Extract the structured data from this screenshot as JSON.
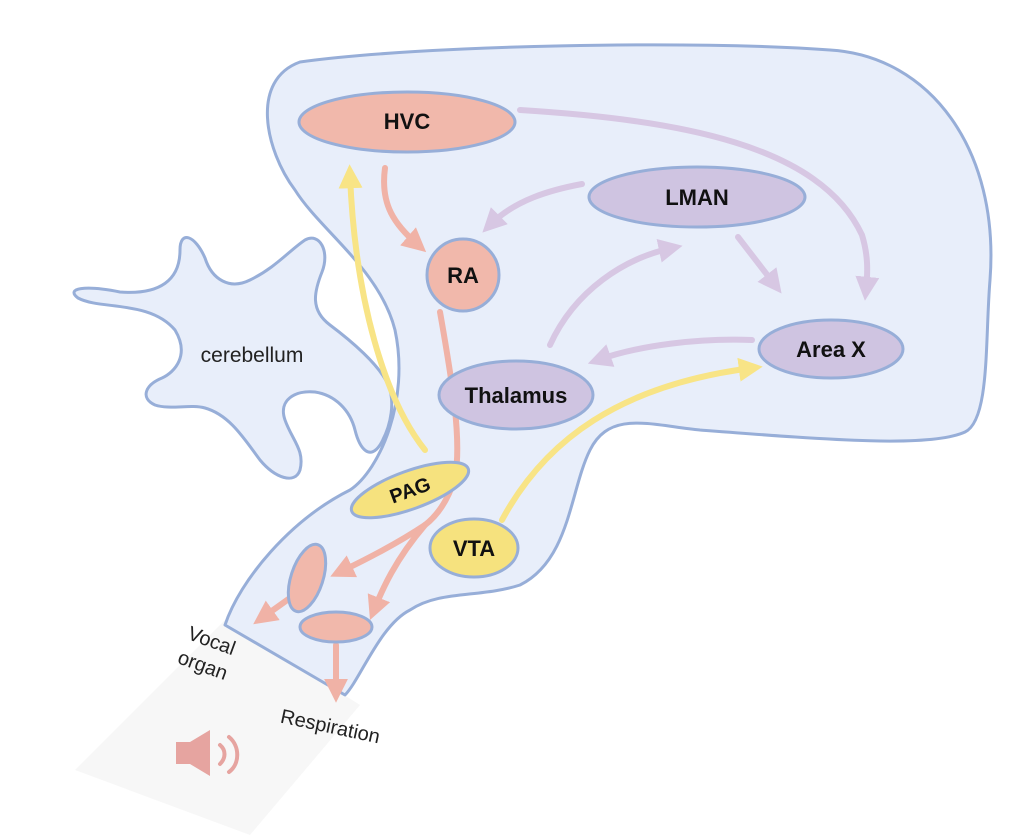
{
  "colors": {
    "brain_fill": "#e8eefa",
    "brain_stroke": "#97aed8",
    "motor_fill": "#f1b8ab",
    "motor_arrow": "#f0b2a6",
    "afp_fill": "#cfc4e1",
    "afp_arrow": "#d7c7e3",
    "ascending_fill": "#f6e27e",
    "ascending_arrow": "#f8e486",
    "sound_icon": "#e6a4a0"
  },
  "nuclei": {
    "hvc": "HVC",
    "ra": "RA",
    "lman": "LMAN",
    "area_x": "Area X",
    "thalamus": "Thalamus",
    "pag": "PAG",
    "vta": "VTA"
  },
  "labels": {
    "cerebellum": "cerebellum",
    "vocal_line1": "Vocal",
    "vocal_line2": "organ",
    "respiration": "Respiration"
  },
  "icons": {
    "sound": "speaker-sound-icon"
  }
}
